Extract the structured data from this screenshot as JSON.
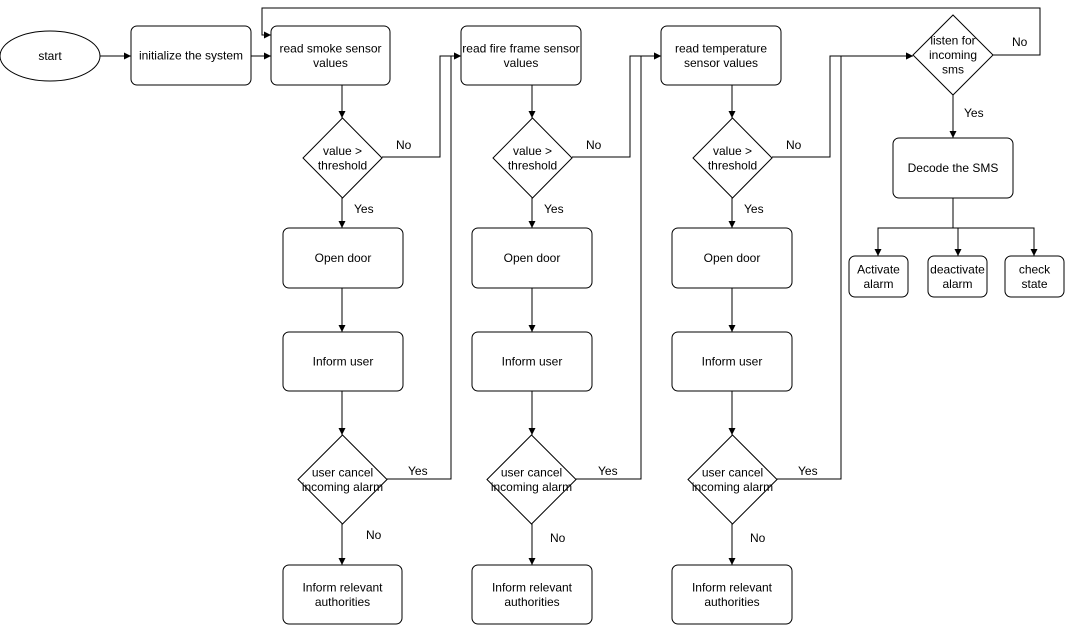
{
  "nodes": {
    "start": {
      "label": [
        "start"
      ]
    },
    "init": {
      "label": [
        "initialize the system"
      ]
    },
    "smoke_read": {
      "label": [
        "read smoke sensor",
        "values"
      ]
    },
    "smoke_check": {
      "label": [
        "value >",
        "threshold"
      ]
    },
    "smoke_door": {
      "label": [
        "Open door"
      ]
    },
    "smoke_inform": {
      "label": [
        "Inform user"
      ]
    },
    "smoke_cancel": {
      "label": [
        "user cancel",
        "incoming alarm"
      ]
    },
    "smoke_auth": {
      "label": [
        "Inform relevant",
        "authorities"
      ]
    },
    "fire_read": {
      "label": [
        "read fire frame sensor",
        "values"
      ]
    },
    "fire_check": {
      "label": [
        "value >",
        "threshold"
      ]
    },
    "fire_door": {
      "label": [
        "Open door"
      ]
    },
    "fire_inform": {
      "label": [
        "Inform user"
      ]
    },
    "fire_cancel": {
      "label": [
        "user cancel",
        "incoming alarm"
      ]
    },
    "fire_auth": {
      "label": [
        "Inform relevant",
        "authorities"
      ]
    },
    "temp_read": {
      "label": [
        "read temperature",
        "sensor values"
      ]
    },
    "temp_check": {
      "label": [
        "value >",
        "threshold"
      ]
    },
    "temp_door": {
      "label": [
        "Open door"
      ]
    },
    "temp_inform": {
      "label": [
        "Inform user"
      ]
    },
    "temp_cancel": {
      "label": [
        "user cancel",
        "incoming alarm"
      ]
    },
    "temp_auth": {
      "label": [
        "Inform relevant",
        "authorities"
      ]
    },
    "sms_listen": {
      "label": [
        "listen for",
        "incoming",
        "sms"
      ]
    },
    "sms_decode": {
      "label": [
        "Decode the SMS"
      ]
    },
    "activate": {
      "label": [
        "Activate",
        "alarm"
      ]
    },
    "deactivate": {
      "label": [
        "deactivate",
        "alarm"
      ]
    },
    "check_state": {
      "label": [
        "check",
        "state"
      ]
    }
  },
  "edge_labels": {
    "smoke_no": "No",
    "smoke_yes": "Yes",
    "smoke_cancel_yes": "Yes",
    "smoke_cancel_no": "No",
    "fire_no": "No",
    "fire_yes": "Yes",
    "fire_cancel_yes": "Yes",
    "fire_cancel_no": "No",
    "temp_no": "No",
    "temp_yes": "Yes",
    "temp_cancel_yes": "Yes",
    "temp_cancel_no": "No",
    "sms_no": "No",
    "sms_yes": "Yes"
  }
}
